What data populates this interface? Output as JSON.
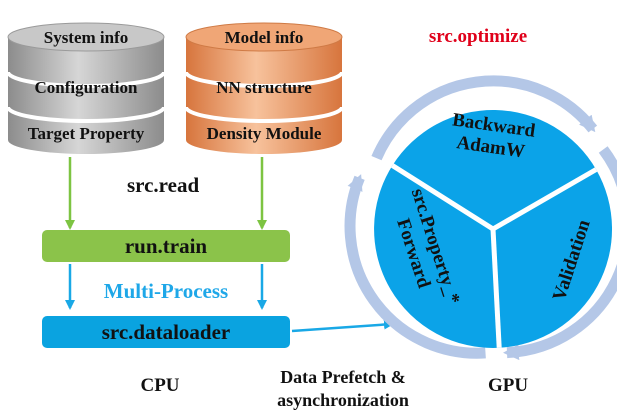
{
  "colors": {
    "system_cylinder": "#a6a6a6",
    "model_cylinder": "#e8935e",
    "train_bar": "#8bc34a",
    "dataloader_bar": "#0aa3e0",
    "multiprocess_text": "#1ea7e8",
    "optimize_text": "#e0001a",
    "wheel_blue": "#0ba3e8",
    "wheel_ring": "#b4c7e7",
    "arrow_green": "#7dc442",
    "arrow_blue": "#19a8e6"
  },
  "system_db": {
    "title": "System info",
    "middle": "Configuration",
    "bottom": "Target Property"
  },
  "model_db": {
    "title": "Model info",
    "middle": "NN structure",
    "bottom": "Density Module"
  },
  "labels": {
    "read": "src.read",
    "train": "run.train",
    "multiprocess": "Multi-Process",
    "dataloader": "src.dataloader",
    "cpu": "CPU",
    "prefetch_line1": "Data Prefetch &",
    "prefetch_line2": "asynchronization",
    "gpu": "GPU",
    "optimize": "src.optimize"
  },
  "wheel": {
    "backward_line1": "Backward",
    "backward_line2": "AdamW",
    "validation": "Validation",
    "property_line1": "src.Property_*",
    "property_line2": "Forward"
  }
}
